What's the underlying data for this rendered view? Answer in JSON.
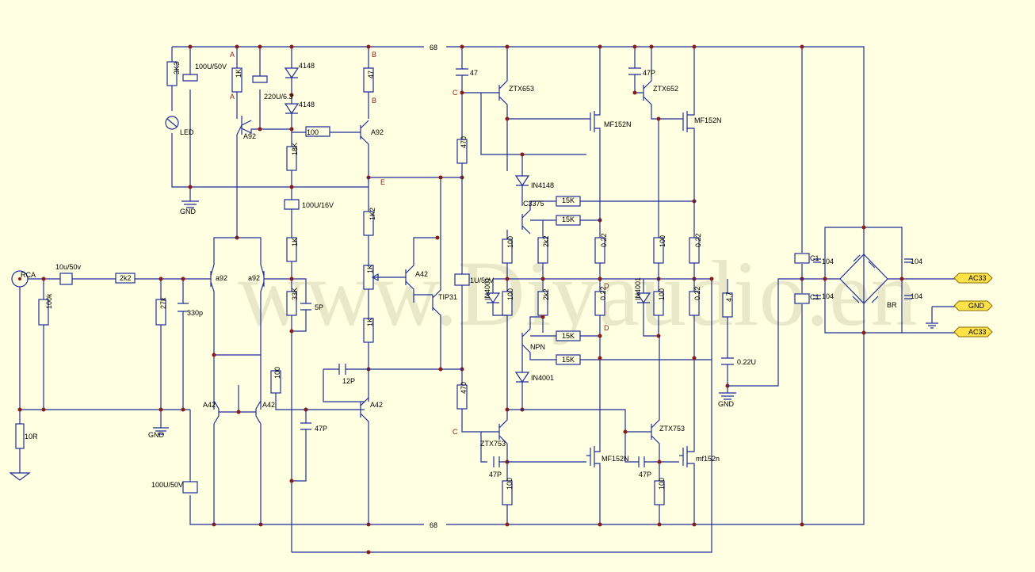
{
  "watermark": "www.Diyaudio.en",
  "colors": {
    "background": "#FFFFE1",
    "wire": "#1F2F9A",
    "junction": "#8B1A1A",
    "port": "#FFE24A"
  },
  "labels": {
    "r68_top": "68",
    "r68_bot": "68",
    "c100u50v_top": "100U/50V",
    "r3k3": "3K3",
    "led": "LED",
    "gnd1": "GND",
    "node_a1": "A",
    "node_a2": "A",
    "r1k_a": "1K",
    "c220u": "220U/6.3",
    "d4148_1": "4148",
    "d4148_2": "4148",
    "node_b1": "B",
    "node_b2": "B",
    "r47_b": "47",
    "r100_mid": "100",
    "q_a92_1": "A92",
    "q_a92_2": "A92",
    "r18k": "18K",
    "c100u16v": "100U/16V",
    "node_e": "E",
    "r1k2": "1K2",
    "r1k_e": "1K",
    "r1k_e2": "1K",
    "q_a42_vas": "A42",
    "q_tip31": "TIP31",
    "rca": "RCA",
    "c10u": "10u/50v",
    "r2k2": "2k2",
    "r100k": "100k",
    "r27k": "27k",
    "c330p": "330p",
    "q_a92_3": "a92",
    "q_a92_4": "a92",
    "r1k_in": "1K",
    "r33k": "33K",
    "c5p": "5P",
    "r10r": "10R",
    "gnd2": "GND",
    "q_a42_1": "A42",
    "q_a42_2": "A42",
    "r100_fb": "100",
    "c12p": "12P",
    "q_a42_3": "A42",
    "c47p_fb": "47P",
    "c100u50v_bot": "100U/50V",
    "c47_top": "47",
    "node_c1": "C",
    "r470_1": "470",
    "c1u": "1U/50V",
    "r470_2": "470",
    "node_c2": "C",
    "q_ztx653": "ZTX653",
    "c47p_top": "47P",
    "q_ztx652": "ZTX652",
    "q_mf152n_1": "MF152N",
    "q_mf152n_2": "MF152N",
    "d_in4148": "IN4148",
    "q_c3375": "C3375",
    "r15k_1": "15K",
    "r15k_2": "15K",
    "r15k_3": "15K",
    "r15k_4": "15K",
    "r100_d1": "100",
    "r2k2_a": "2k2",
    "r022_1": "0.22",
    "r100_d2": "100",
    "r022_2": "0.22",
    "d_in4001_1": "IN4001",
    "r100_d3": "100",
    "r2k2_b": "2k2",
    "r022_3": "0.22",
    "node_d1": "D",
    "d_in4001_2": "IN4001",
    "r100_d4": "100",
    "r022_4": "0.22",
    "node_d2": "D",
    "q_npn": "NPN",
    "d_in4001_3": "IN4001",
    "q_ztx753_1": "ZTX753",
    "q_ztx753_2": "ZTX753",
    "c47p_l": "47P",
    "c47p_r": "47P",
    "q_mf152n_3": "MF152N",
    "q_mf152n_4": "mf152n",
    "r100_e1": "100",
    "r100_e2": "100",
    "r4r7": "4.7",
    "c022u": "0.22U",
    "gnd3": "GND",
    "c1_1": "C1",
    "c1_2": "C1",
    "c104_1": "104",
    "c104_2": "104",
    "c104_3": "104",
    "c104_4": "104",
    "br": "BR",
    "port_ac33_1": "AC33",
    "port_gnd": "GND",
    "port_ac33_2": "AC33"
  }
}
